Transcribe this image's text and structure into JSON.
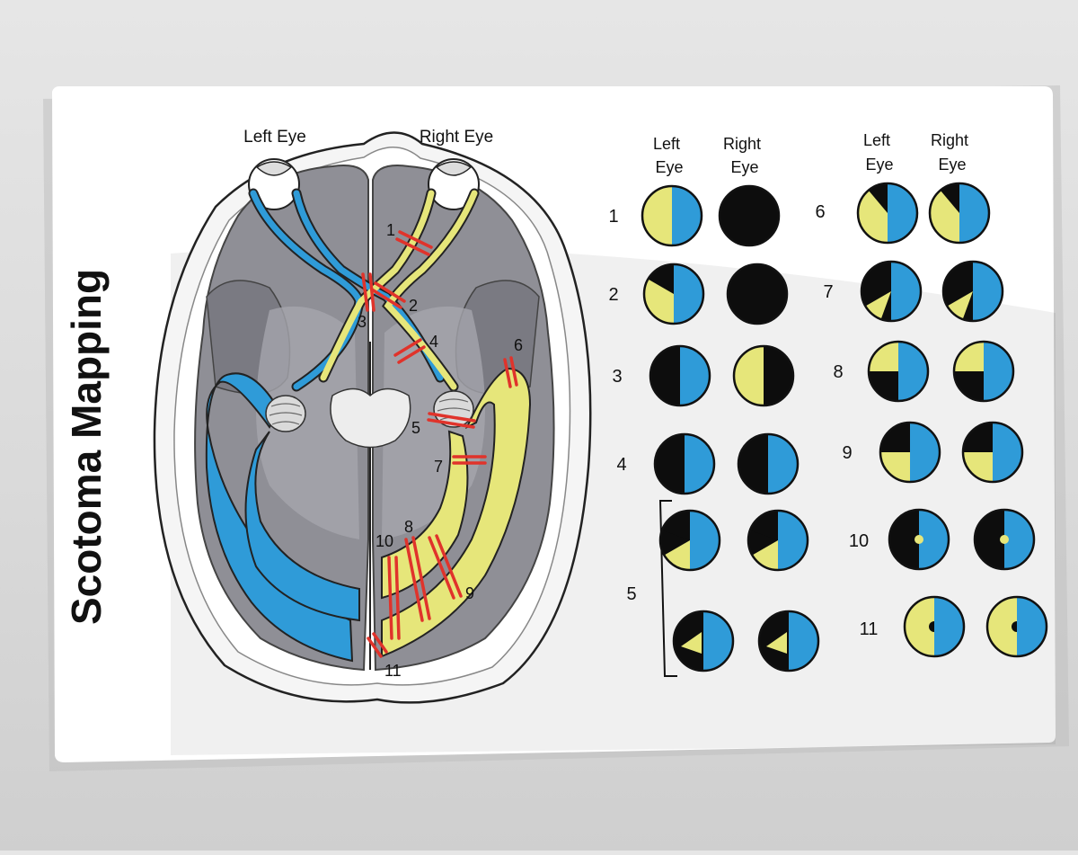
{
  "title": "Scotoma Mapping",
  "diagram": {
    "left_eye_label": "Left Eye",
    "right_eye_label": "Right Eye",
    "lesion_labels": [
      "1",
      "2",
      "3",
      "4",
      "5",
      "6",
      "7",
      "8",
      "9",
      "10",
      "11"
    ]
  },
  "columns": [
    {
      "left_header": [
        "Left",
        "Eye"
      ],
      "right_header": [
        "Right",
        "Eye"
      ]
    },
    {
      "left_header": [
        "Left",
        "Eye"
      ],
      "right_header": [
        "Right",
        "Eye"
      ]
    }
  ],
  "rows": [
    {
      "label": "1",
      "left": "half-yellow-left",
      "right": "blind"
    },
    {
      "label": "2",
      "left": "black-upper-left-wedge",
      "right": "blind"
    },
    {
      "label": "3",
      "left": "black-left-half",
      "right": "black-right-half"
    },
    {
      "label": "4",
      "left": "black-left-half",
      "right": "black-left-half"
    },
    {
      "label": "5",
      "left": "pie-upper-left",
      "right": "pie-upper-left"
    },
    {
      "label": "5",
      "left": "wedge-lower-left",
      "right": "wedge-lower-left"
    },
    {
      "label": "6",
      "left": "black-upper-left-crescent",
      "right": "black-upper-left-crescent"
    },
    {
      "label": "7",
      "left": "black-left-with-yellow-lower",
      "right": "black-left-with-yellow-lower"
    },
    {
      "label": "8",
      "left": "black-lower-left-quadrant",
      "right": "black-lower-left-quadrant"
    },
    {
      "label": "9",
      "left": "black-upper-left-quadrant",
      "right": "black-upper-left-quadrant"
    },
    {
      "label": "10",
      "left": "black-left-macula-spared",
      "right": "black-left-macula-spared"
    },
    {
      "label": "11",
      "left": "yellow-left-macula-black",
      "right": "yellow-left-macula-black"
    }
  ],
  "colors": {
    "blue": "#2f9bd8",
    "yellow": "#e6e67a",
    "black": "#0d0d0d",
    "brain": "#8f8f96",
    "brain_dark": "#6c6c73",
    "lesion": "#e0332b"
  }
}
